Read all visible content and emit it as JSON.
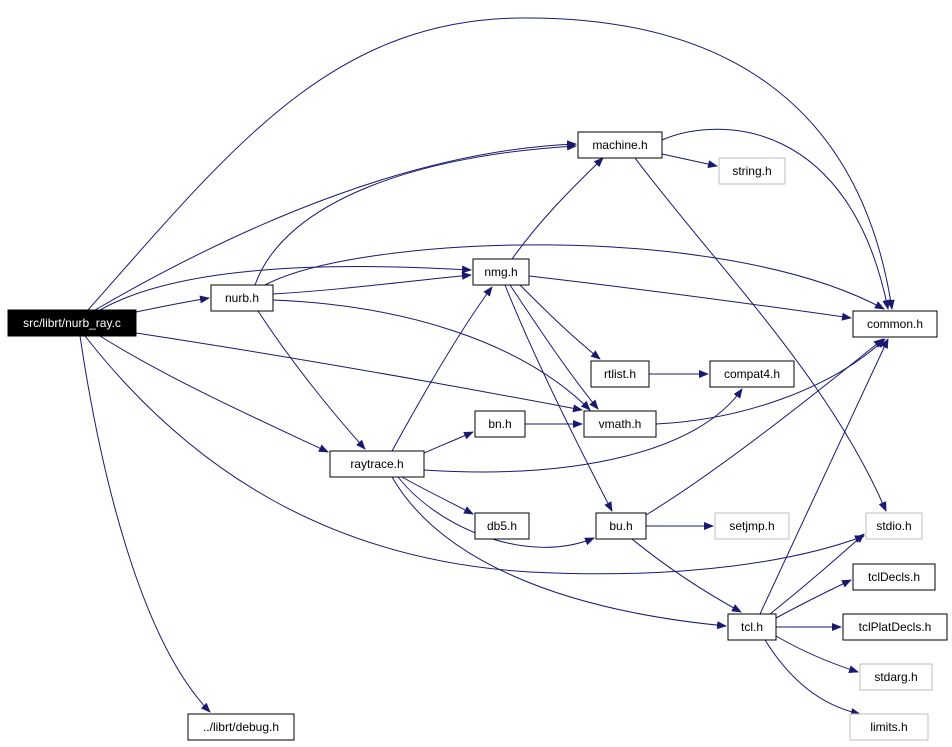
{
  "graph": {
    "root": "src/librt/nurb_ray.c",
    "nodes": [
      {
        "id": "root",
        "label": "src/librt/nurb_ray.c",
        "style": "root"
      },
      {
        "id": "machine",
        "label": "machine.h",
        "style": "normal"
      },
      {
        "id": "string",
        "label": "string.h",
        "style": "system"
      },
      {
        "id": "nmg",
        "label": "nmg.h",
        "style": "normal"
      },
      {
        "id": "nurb",
        "label": "nurb.h",
        "style": "normal"
      },
      {
        "id": "common",
        "label": "common.h",
        "style": "normal"
      },
      {
        "id": "rtlist",
        "label": "rtlist.h",
        "style": "normal"
      },
      {
        "id": "compat4",
        "label": "compat4.h",
        "style": "normal"
      },
      {
        "id": "bn",
        "label": "bn.h",
        "style": "normal"
      },
      {
        "id": "vmath",
        "label": "vmath.h",
        "style": "normal"
      },
      {
        "id": "raytrace",
        "label": "raytrace.h",
        "style": "normal"
      },
      {
        "id": "db5",
        "label": "db5.h",
        "style": "normal"
      },
      {
        "id": "bu",
        "label": "bu.h",
        "style": "normal"
      },
      {
        "id": "setjmp",
        "label": "setjmp.h",
        "style": "system"
      },
      {
        "id": "stdio",
        "label": "stdio.h",
        "style": "system"
      },
      {
        "id": "tcldecls",
        "label": "tclDecls.h",
        "style": "normal"
      },
      {
        "id": "tcl",
        "label": "tcl.h",
        "style": "normal"
      },
      {
        "id": "tclplat",
        "label": "tclPlatDecls.h",
        "style": "normal"
      },
      {
        "id": "stdarg",
        "label": "stdarg.h",
        "style": "system"
      },
      {
        "id": "limits",
        "label": "limits.h",
        "style": "system"
      },
      {
        "id": "debug",
        "label": "../librt/debug.h",
        "style": "normal"
      }
    ],
    "edges": [
      {
        "from": "root",
        "to": "common"
      },
      {
        "from": "root",
        "to": "machine"
      },
      {
        "from": "root",
        "to": "nmg"
      },
      {
        "from": "root",
        "to": "nurb"
      },
      {
        "from": "root",
        "to": "vmath"
      },
      {
        "from": "root",
        "to": "raytrace"
      },
      {
        "from": "root",
        "to": "stdio"
      },
      {
        "from": "root",
        "to": "debug"
      },
      {
        "from": "nurb",
        "to": "machine"
      },
      {
        "from": "nurb",
        "to": "nmg"
      },
      {
        "from": "nurb",
        "to": "vmath"
      },
      {
        "from": "nurb",
        "to": "raytrace"
      },
      {
        "from": "nurb",
        "to": "common"
      },
      {
        "from": "machine",
        "to": "common"
      },
      {
        "from": "machine",
        "to": "string"
      },
      {
        "from": "machine",
        "to": "stdio"
      },
      {
        "from": "nmg",
        "to": "machine"
      },
      {
        "from": "nmg",
        "to": "common"
      },
      {
        "from": "nmg",
        "to": "rtlist"
      },
      {
        "from": "nmg",
        "to": "vmath"
      },
      {
        "from": "nmg",
        "to": "bu"
      },
      {
        "from": "rtlist",
        "to": "compat4"
      },
      {
        "from": "raytrace",
        "to": "nmg"
      },
      {
        "from": "raytrace",
        "to": "bn"
      },
      {
        "from": "raytrace",
        "to": "compat4"
      },
      {
        "from": "raytrace",
        "to": "db5"
      },
      {
        "from": "raytrace",
        "to": "bu"
      },
      {
        "from": "raytrace",
        "to": "tcl"
      },
      {
        "from": "bn",
        "to": "vmath"
      },
      {
        "from": "vmath",
        "to": "common"
      },
      {
        "from": "bu",
        "to": "common"
      },
      {
        "from": "bu",
        "to": "setjmp"
      },
      {
        "from": "bu",
        "to": "tcl"
      },
      {
        "from": "tcl",
        "to": "common"
      },
      {
        "from": "tcl",
        "to": "stdio"
      },
      {
        "from": "tcl",
        "to": "tcldecls"
      },
      {
        "from": "tcl",
        "to": "tclplat"
      },
      {
        "from": "tcl",
        "to": "stdarg"
      },
      {
        "from": "tcl",
        "to": "limits"
      }
    ]
  },
  "colors": {
    "edge": "#191970",
    "root_fill": "#000000",
    "root_text": "#ffffff",
    "node_border": "#000000",
    "system_border": "#bfbfbf"
  }
}
